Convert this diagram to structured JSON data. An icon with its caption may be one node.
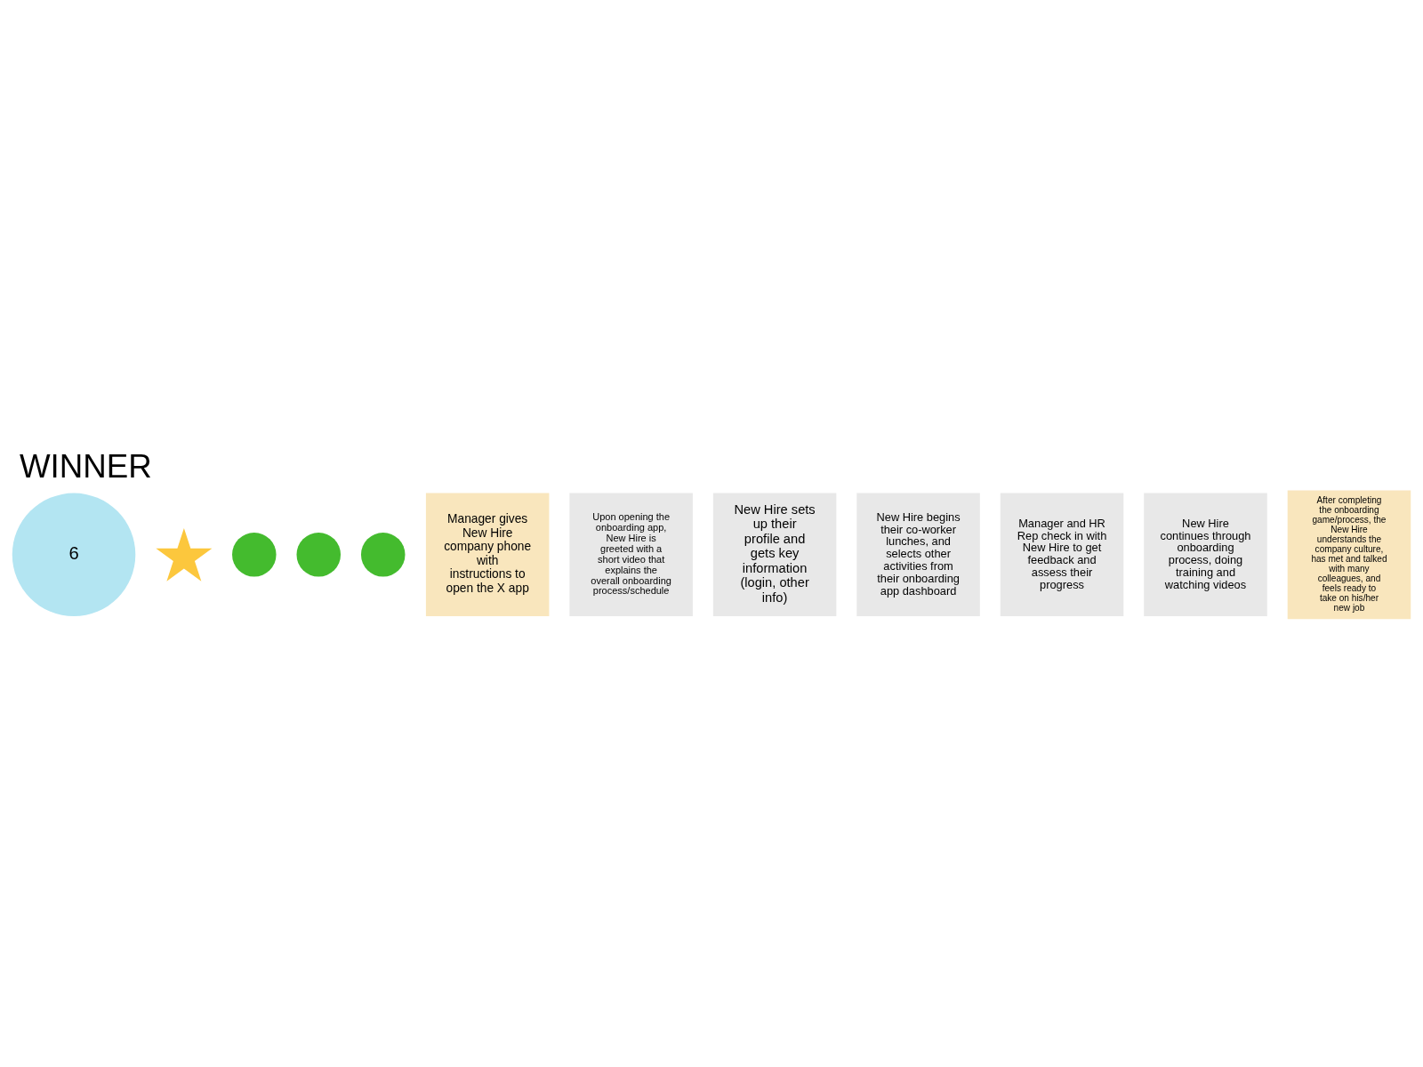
{
  "diagram": {
    "title": "WINNER",
    "nodes": [
      {
        "text": [
          "6"
        ]
      },
      {
        "text": [],
        "shape": "star"
      },
      {
        "text": [],
        "shape": "circle"
      },
      {
        "text": [],
        "shape": "circle"
      },
      {
        "text": [],
        "shape": "circle"
      },
      {
        "text": [
          "Manager gives New Hire company phone with instructions to open the X app"
        ]
      },
      {
        "text": [
          "Upon opening the onboarding app, New Hire is greeted with a short video that explains the overall onboarding process/schedule"
        ]
      },
      {
        "text": [
          "New Hire sets up their profile and gets key information (login, other info)"
        ]
      },
      {
        "text": [
          "New Hire begins their co-worker lunches, and selects other activities from their onboarding app dashboard"
        ]
      },
      {
        "text": [
          "Manager and HR Rep check in with New Hire to get feedback and assess their progress"
        ]
      },
      {
        "text": [
          "New Hire continues through onboarding process, doing training and watching videos"
        ]
      },
      {
        "text": [
          "After completing the onboarding game/process, the New Hire understands the company culture, has met and talked with many colleagues, and feels ready to take on his/her new job"
        ]
      }
    ],
    "edges": []
  }
}
